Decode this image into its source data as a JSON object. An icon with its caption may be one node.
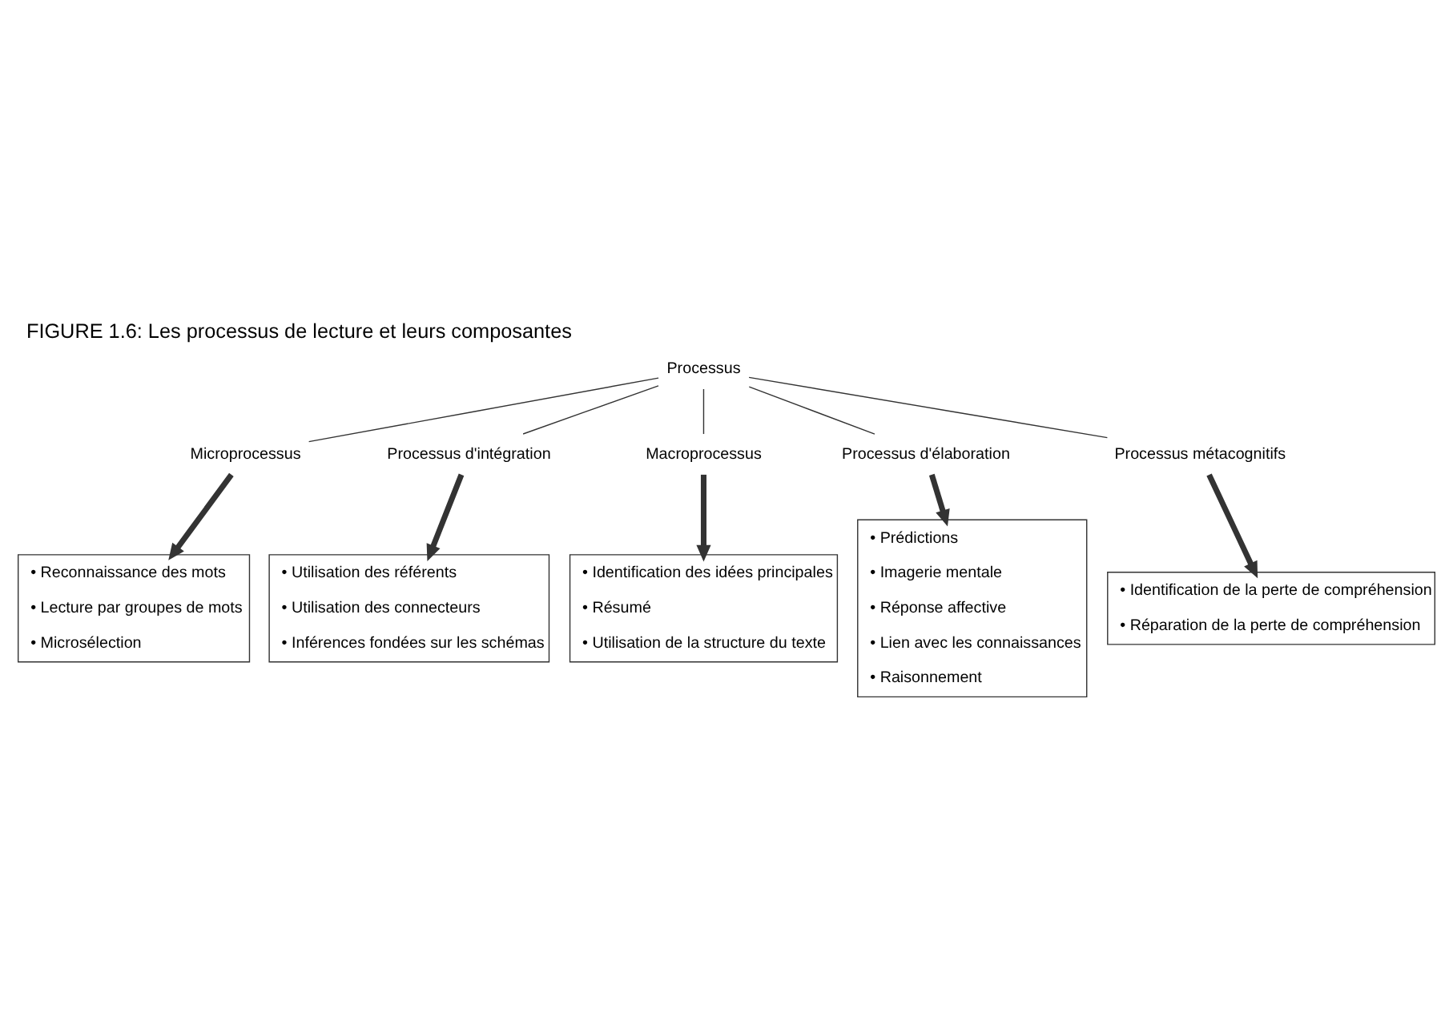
{
  "diagram": {
    "title": "FIGURE 1.6: Les processus de lecture et leurs composantes",
    "nodes": [
      {
        "text": [
          "Processus"
        ]
      },
      {
        "text": [
          "Microprocessus"
        ]
      },
      {
        "text": [
          "Processus d'intégration"
        ]
      },
      {
        "text": [
          "Macroprocessus"
        ]
      },
      {
        "text": [
          "Processus d'élaboration"
        ]
      },
      {
        "text": [
          "Processus métacognitifs"
        ]
      },
      {
        "text": [
          "• Reconnaissance des mots",
          "• Lecture par groupes de mots",
          "• Microsélection"
        ]
      },
      {
        "text": [
          "• Utilisation des référents",
          "• Utilisation des connecteurs",
          "• Inférences fondées sur les schémas"
        ]
      },
      {
        "text": [
          "• Identification des idées principales",
          "• Résumé",
          "• Utilisation de la structure du texte"
        ]
      },
      {
        "text": [
          "• Prédictions",
          "• Imagerie mentale",
          "• Réponse affective",
          "• Lien avec les connaissances",
          "• Raisonnement"
        ]
      },
      {
        "text": [
          "• Identification de la perte de compréhension",
          "• Réparation de la perte de compréhension"
        ]
      }
    ],
    "edges": [
      {
        "from": 0,
        "to": 1,
        "arrow": "none"
      },
      {
        "from": 0,
        "to": 2,
        "arrow": "none"
      },
      {
        "from": 0,
        "to": 3,
        "arrow": "none"
      },
      {
        "from": 0,
        "to": 4,
        "arrow": "none"
      },
      {
        "from": 0,
        "to": 5,
        "arrow": "none"
      },
      {
        "from": 1,
        "to": 6,
        "arrow": "to",
        "style": "thick"
      },
      {
        "from": 2,
        "to": 7,
        "arrow": "to",
        "style": "thick"
      },
      {
        "from": 3,
        "to": 8,
        "arrow": "to",
        "style": "thick"
      },
      {
        "from": 4,
        "to": 9,
        "arrow": "to",
        "style": "thick"
      },
      {
        "from": 5,
        "to": 10,
        "arrow": "to",
        "style": "thick"
      }
    ]
  }
}
